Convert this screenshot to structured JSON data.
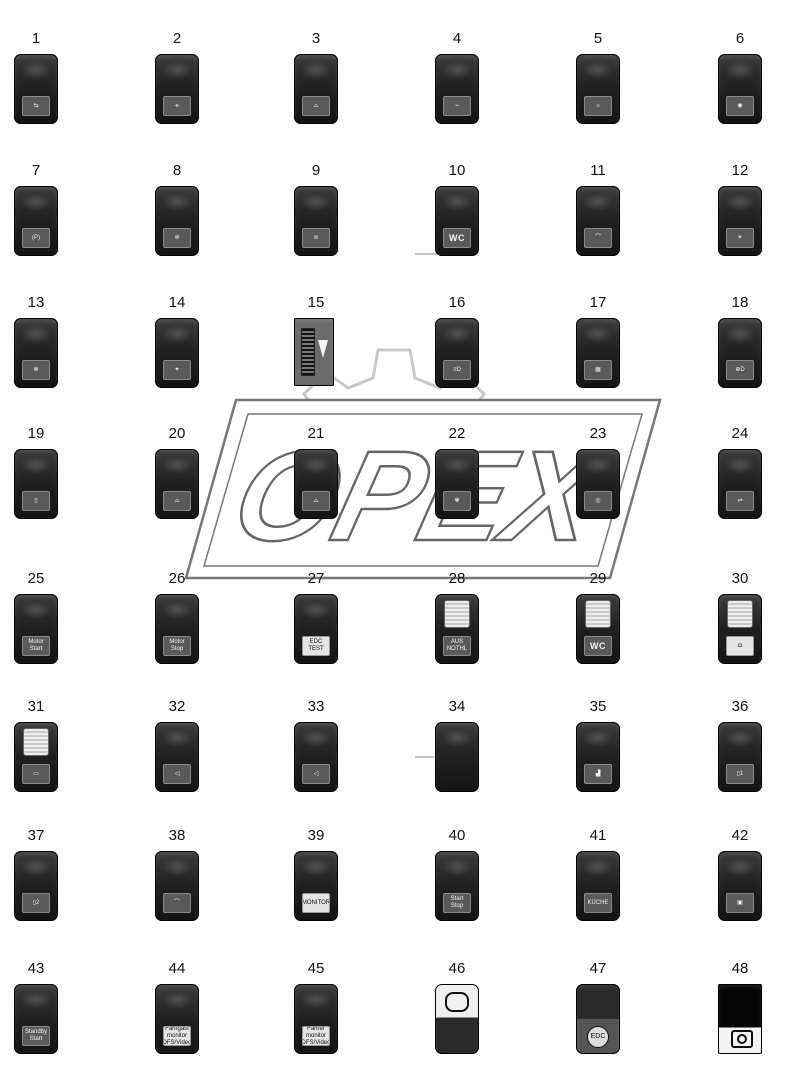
{
  "watermark": {
    "text": "OPEX"
  },
  "switches": [
    {
      "n": "1",
      "label": "⇆",
      "kind": "icon"
    },
    {
      "n": "2",
      "label": "⟛",
      "kind": "icon"
    },
    {
      "n": "3",
      "label": "⌓",
      "kind": "icon"
    },
    {
      "n": "4",
      "label": "⌁",
      "kind": "icon"
    },
    {
      "n": "5",
      "label": "☼",
      "kind": "icon"
    },
    {
      "n": "6",
      "label": "◉",
      "kind": "icon"
    },
    {
      "n": "7",
      "label": "(P)",
      "kind": "icon"
    },
    {
      "n": "8",
      "label": "✲",
      "kind": "icon"
    },
    {
      "n": "9",
      "label": "≋",
      "kind": "icon"
    },
    {
      "n": "10",
      "label": "WC",
      "kind": "big"
    },
    {
      "n": "11",
      "label": "⌒",
      "kind": "icon"
    },
    {
      "n": "12",
      "label": "☀",
      "kind": "icon"
    },
    {
      "n": "13",
      "label": "✻",
      "kind": "icon"
    },
    {
      "n": "14",
      "label": "✦",
      "kind": "icon"
    },
    {
      "n": "15",
      "label": "",
      "kind": "slider"
    },
    {
      "n": "16",
      "label": "≡D",
      "kind": "icon"
    },
    {
      "n": "17",
      "label": "▦",
      "kind": "icon"
    },
    {
      "n": "18",
      "label": "⊕D",
      "kind": "icon"
    },
    {
      "n": "19",
      "label": "▯",
      "kind": "icon"
    },
    {
      "n": "20",
      "label": "⌓",
      "kind": "icon"
    },
    {
      "n": "21",
      "label": "⌓",
      "kind": "icon"
    },
    {
      "n": "22",
      "label": "✾",
      "kind": "icon"
    },
    {
      "n": "23",
      "label": "◎",
      "kind": "icon"
    },
    {
      "n": "24",
      "label": "⇌",
      "kind": "icon"
    },
    {
      "n": "25",
      "label": "Motor Start",
      "kind": "text"
    },
    {
      "n": "26",
      "label": "Motor Stop",
      "kind": "text"
    },
    {
      "n": "27",
      "label": "EDC TEST",
      "kind": "light"
    },
    {
      "n": "28",
      "label": "AUS NOTHL",
      "kind": "rocker"
    },
    {
      "n": "29",
      "label": "WC",
      "kind": "rocker"
    },
    {
      "n": "30",
      "label": "◘",
      "kind": "rocker-light"
    },
    {
      "n": "31",
      "label": "▭",
      "kind": "rocker"
    },
    {
      "n": "32",
      "label": "◁",
      "kind": "icon"
    },
    {
      "n": "33",
      "label": "◁",
      "kind": "icon"
    },
    {
      "n": "34",
      "label": "",
      "kind": "plain"
    },
    {
      "n": "35",
      "label": "▟",
      "kind": "icon"
    },
    {
      "n": "36",
      "label": "▯1",
      "kind": "icon"
    },
    {
      "n": "37",
      "label": "▯2",
      "kind": "icon"
    },
    {
      "n": "38",
      "label": "⌒",
      "kind": "icon"
    },
    {
      "n": "39",
      "label": "MONITOR",
      "kind": "light"
    },
    {
      "n": "40",
      "label": "Start Stop",
      "kind": "text"
    },
    {
      "n": "41",
      "label": "KÜCHE",
      "kind": "text"
    },
    {
      "n": "42",
      "label": "▣",
      "kind": "icon"
    },
    {
      "n": "43",
      "label": "Standby Start",
      "kind": "text"
    },
    {
      "n": "44",
      "label": "Fahrgast monitor DFS/Video",
      "kind": "light"
    },
    {
      "n": "45",
      "label": "Fahrer monitor DFS/Video",
      "kind": "light"
    },
    {
      "n": "46",
      "label": "",
      "kind": "s46"
    },
    {
      "n": "47",
      "label": "EDC",
      "kind": "s47"
    },
    {
      "n": "48",
      "label": "",
      "kind": "s48"
    }
  ]
}
